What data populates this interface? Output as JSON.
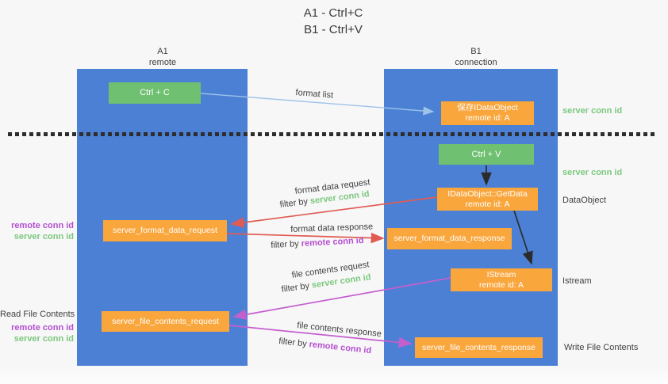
{
  "title": {
    "line1": "A1 - Ctrl+C",
    "line2": "B1 - Ctrl+V"
  },
  "lanes": {
    "left": {
      "name": "A1",
      "role": "remote"
    },
    "right": {
      "name": "B1",
      "role": "connection"
    }
  },
  "nodes": {
    "ctrl_c": {
      "label": "Ctrl + C"
    },
    "ctrl_v": {
      "label": "Ctrl + V"
    },
    "save_dataobject": {
      "line1": "保存IDataObject",
      "line2": "remote id: A"
    },
    "getdata": {
      "line1": "IDataObject::GetData",
      "line2": "remote id: A"
    },
    "istream": {
      "line1": "IStream",
      "line2": "remote id: A"
    },
    "format_request": {
      "label": "server_format_data_request"
    },
    "format_response": {
      "label": "server_format_data_response"
    },
    "file_request": {
      "label": "server_file_contents_request"
    },
    "file_response": {
      "label": "server_file_contents_response"
    }
  },
  "arrows": {
    "format_list": {
      "label": "format list"
    },
    "format_data_request": {
      "label": "format data request",
      "filter_prefix": "filter by ",
      "filter_key": "server conn id"
    },
    "format_data_response": {
      "label": "format data response",
      "filter_prefix": "filter by ",
      "filter_key": "remote conn id"
    },
    "file_contents_request": {
      "label": "file contents request",
      "filter_prefix": "filter by ",
      "filter_key": "server conn id"
    },
    "file_contents_response": {
      "label": "file contents response",
      "filter_prefix": "filter by ",
      "filter_key": "remote conn id"
    }
  },
  "side_labels": {
    "right": {
      "copy_conn": "server conn id",
      "paste_conn": "server conn id",
      "dataobject": "DataObject",
      "istream": "Istream",
      "write_file": "Write File Contents"
    },
    "left": {
      "format_remote_conn": "remote conn id",
      "format_server_conn": "server conn id",
      "read_file": "Read File Contents",
      "file_remote_conn": "remote conn id",
      "file_server_conn": "server conn id"
    }
  },
  "colors": {
    "lane_blue": "#4c80d5",
    "node_green": "#6fc071",
    "node_orange": "#f9a63d",
    "arrow_black": "#2b2b2b",
    "arrow_blue": "#9cc3e8",
    "arrow_red": "#e05c52",
    "arrow_magenta": "#c45fce",
    "text_green": "#7cc87e",
    "text_purple": "#b44fd0",
    "text_dark": "#3f3f3f"
  }
}
